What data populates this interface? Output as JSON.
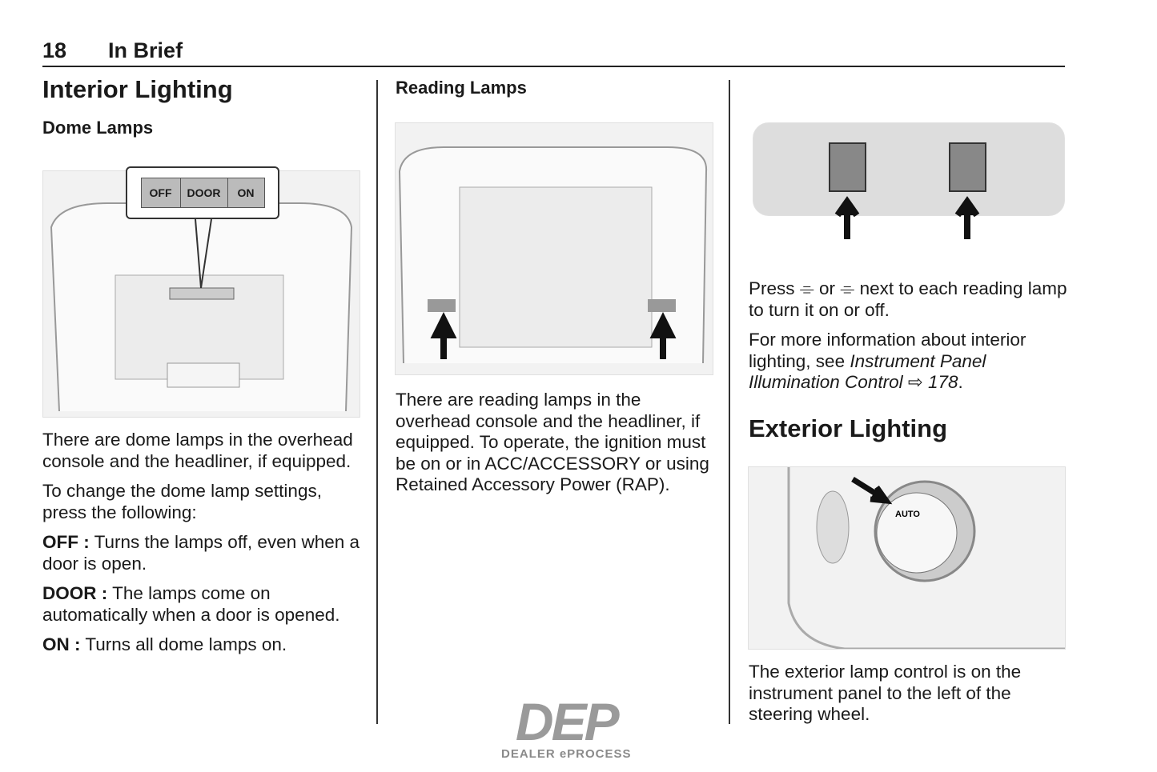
{
  "header": {
    "page_number": "18",
    "section": "In Brief"
  },
  "col1": {
    "title": "Interior Lighting",
    "subtitle": "Dome Lamps",
    "figure_labels": [
      "OFF",
      "DOOR",
      "ON"
    ],
    "para1": "There are dome lamps in the overhead console and the headliner, if equipped.",
    "para2": "To change the dome lamp settings, press the following:",
    "items": [
      {
        "term": "OFF :",
        "desc": " Turns the lamps off, even when a door is open."
      },
      {
        "term": "DOOR :",
        "desc": " The lamps come on automatically when a door is opened."
      },
      {
        "term": "ON :",
        "desc": " Turns all dome lamps on."
      }
    ]
  },
  "col2": {
    "subtitle": "Reading Lamps",
    "para1": "There are reading lamps in the overhead console and the headliner, if equipped. To operate, the ignition must be on or in ACC/ACCESSORY or using Retained Accessory Power (RAP)."
  },
  "col3": {
    "press_text_a": "Press ",
    "press_or": " or ",
    "press_text_b": " next to each reading lamp to turn it on or off.",
    "more_info": "For more information about interior lighting, see ",
    "more_info_ref": "Instrument Panel Illumination Control",
    "more_info_page": " 178",
    "title": "Exterior Lighting",
    "knob_label": "AUTO",
    "para_ext": "The exterior lamp control is on the instrument panel to the left of the steering wheel."
  },
  "watermark": {
    "logo": "DEP",
    "tagline": "DEALER ePROCESS"
  }
}
